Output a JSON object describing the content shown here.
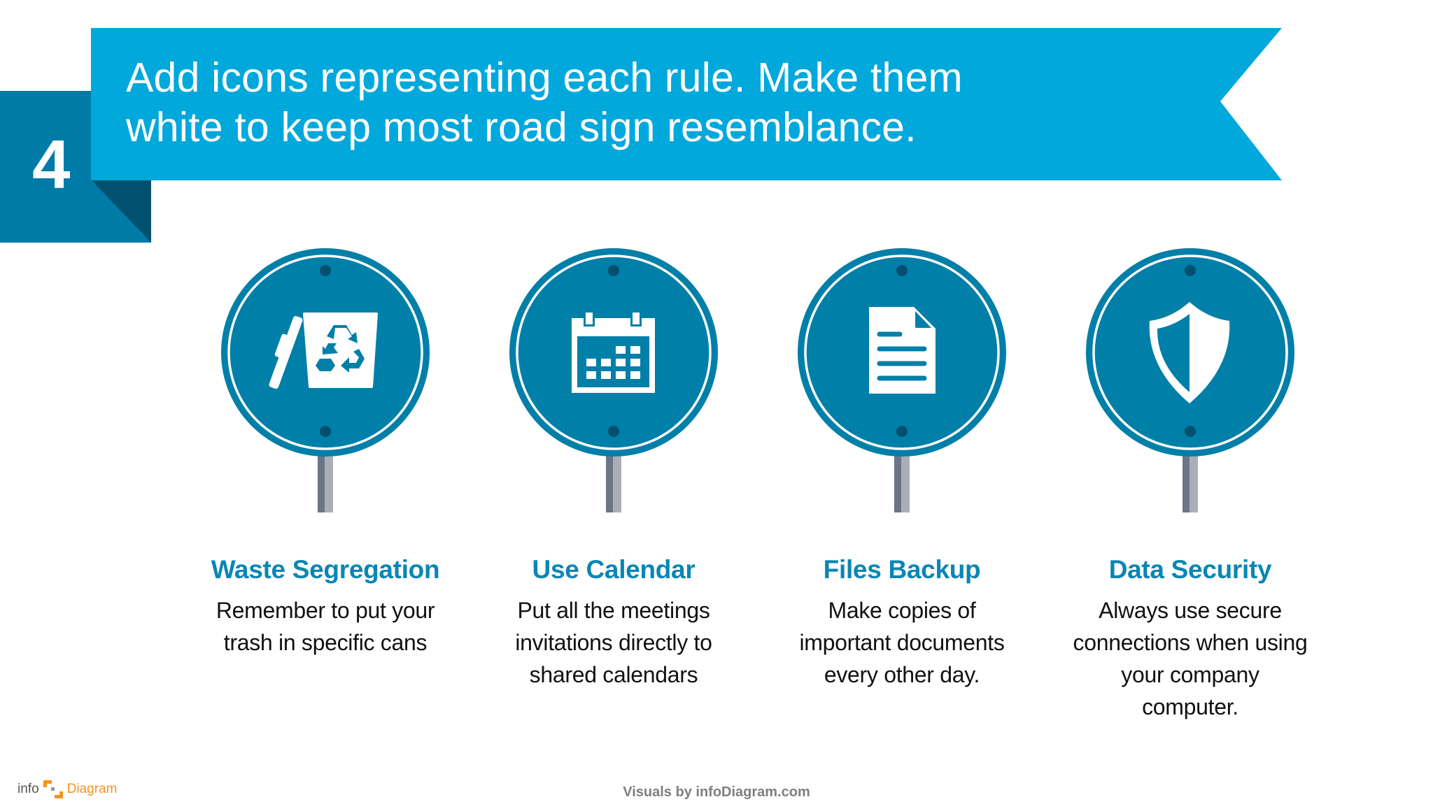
{
  "step": {
    "number": "4"
  },
  "header": {
    "title_lines": [
      "Add icons representing each rule. Make them",
      "white to keep most road sign resemblance."
    ]
  },
  "colors": {
    "ribbon": "#00a8dc",
    "step_box": "#007ba7",
    "step_fold": "#00516f",
    "sign_fill": "#007fa8",
    "sign_bolt": "#00506e",
    "pole_dark": "#6b7585",
    "pole_light": "#a9aeb9",
    "rule_title": "#0a86b4",
    "logo_orange": "#f7931e"
  },
  "rules": [
    {
      "icon": "recycle-bin-icon",
      "title": "Waste Segregation",
      "desc_lines": [
        "Remember to put your",
        "trash in specific cans"
      ]
    },
    {
      "icon": "calendar-icon",
      "title": "Use Calendar",
      "desc_lines": [
        "Put all the meetings",
        "invitations directly to",
        "shared calendars"
      ]
    },
    {
      "icon": "document-icon",
      "title": "Files Backup",
      "desc_lines": [
        "Make copies of",
        "important documents",
        "every other day."
      ]
    },
    {
      "icon": "shield-icon",
      "title": "Data Security",
      "desc_lines": [
        "Always use secure",
        "connections when using",
        "your company",
        "computer."
      ]
    }
  ],
  "footer": {
    "logo_left": "info",
    "logo_right": "Diagram",
    "credit": "Visuals by infoDiagram.com"
  }
}
